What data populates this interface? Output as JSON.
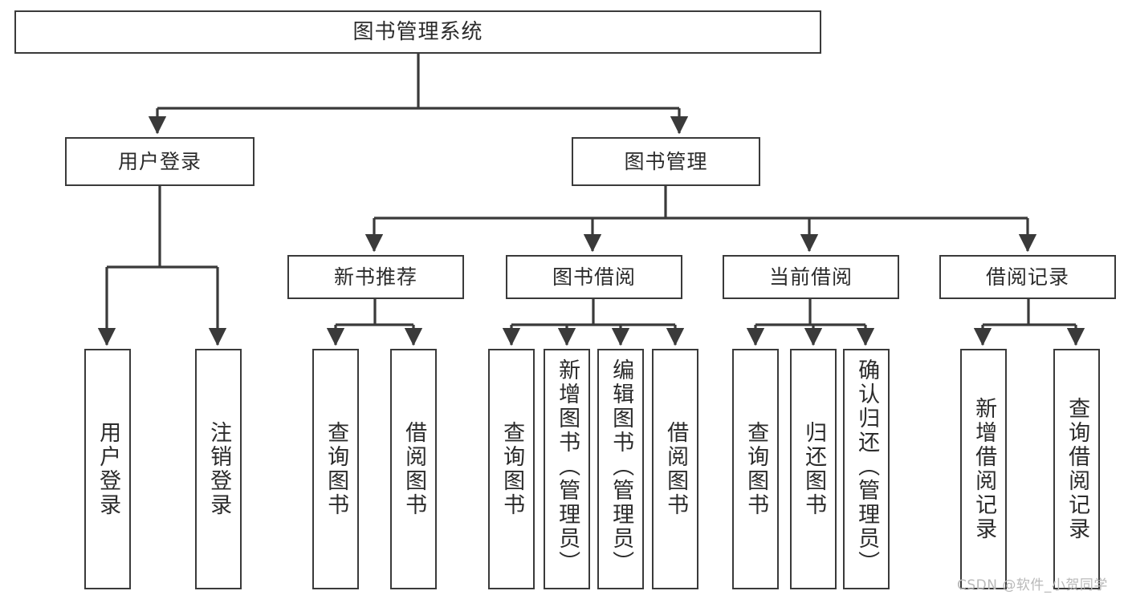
{
  "diagram": {
    "title": "图书管理系统",
    "type": "hierarchy-tree",
    "watermark": "CSDN @软件_小贺同学",
    "colors": {
      "box_border": "#3a3a3a",
      "box_fill": "#ffffff",
      "line": "#3a3a3a",
      "text": "#2b2b2b",
      "watermark": "#b9b9b9",
      "background": "#ffffff"
    },
    "levels": {
      "root": "图书管理系统",
      "level1": [
        "用户登录",
        "图书管理"
      ],
      "level2": [
        "新书推荐",
        "图书借阅",
        "当前借阅",
        "借阅记录"
      ]
    },
    "nodes": {
      "root": {
        "label": "图书管理系统"
      },
      "user_login": {
        "label": "用户登录"
      },
      "book_mgmt": {
        "label": "图书管理"
      },
      "new_book_rec": {
        "label": "新书推荐"
      },
      "book_borrow": {
        "label": "图书借阅"
      },
      "current_borrow": {
        "label": "当前借阅"
      },
      "borrow_record": {
        "label": "借阅记录"
      },
      "leaf_user_login": {
        "label": "用户登录"
      },
      "leaf_user_logout": {
        "label": "注销登录"
      },
      "leaf_query_book_1": {
        "label": "查询图书"
      },
      "leaf_borrow_book_1": {
        "label": "借阅图书"
      },
      "leaf_query_book_2": {
        "label": "查询图书"
      },
      "leaf_add_book": {
        "label": "新增图书（管理员）"
      },
      "leaf_edit_book": {
        "label": "编辑图书（管理员）"
      },
      "leaf_borrow_book_2": {
        "label": "借阅图书"
      },
      "leaf_query_book_3": {
        "label": "查询图书"
      },
      "leaf_return_book": {
        "label": "归还图书"
      },
      "leaf_confirm_return": {
        "label": "确认归还（管理员）"
      },
      "leaf_add_record": {
        "label": "新增借阅记录"
      },
      "leaf_query_record": {
        "label": "查询借阅记录"
      }
    },
    "edges": [
      {
        "from": "root",
        "to": "user_login"
      },
      {
        "from": "root",
        "to": "book_mgmt"
      },
      {
        "from": "user_login",
        "to": "leaf_user_login"
      },
      {
        "from": "user_login",
        "to": "leaf_user_logout"
      },
      {
        "from": "book_mgmt",
        "to": "new_book_rec"
      },
      {
        "from": "book_mgmt",
        "to": "book_borrow"
      },
      {
        "from": "book_mgmt",
        "to": "current_borrow"
      },
      {
        "from": "book_mgmt",
        "to": "borrow_record"
      },
      {
        "from": "new_book_rec",
        "to": "leaf_query_book_1"
      },
      {
        "from": "new_book_rec",
        "to": "leaf_borrow_book_1"
      },
      {
        "from": "book_borrow",
        "to": "leaf_query_book_2"
      },
      {
        "from": "book_borrow",
        "to": "leaf_add_book"
      },
      {
        "from": "book_borrow",
        "to": "leaf_edit_book"
      },
      {
        "from": "book_borrow",
        "to": "leaf_borrow_book_2"
      },
      {
        "from": "current_borrow",
        "to": "leaf_query_book_3"
      },
      {
        "from": "current_borrow",
        "to": "leaf_return_book"
      },
      {
        "from": "current_borrow",
        "to": "leaf_confirm_return"
      },
      {
        "from": "borrow_record",
        "to": "leaf_add_record"
      },
      {
        "from": "borrow_record",
        "to": "leaf_query_record"
      }
    ]
  }
}
